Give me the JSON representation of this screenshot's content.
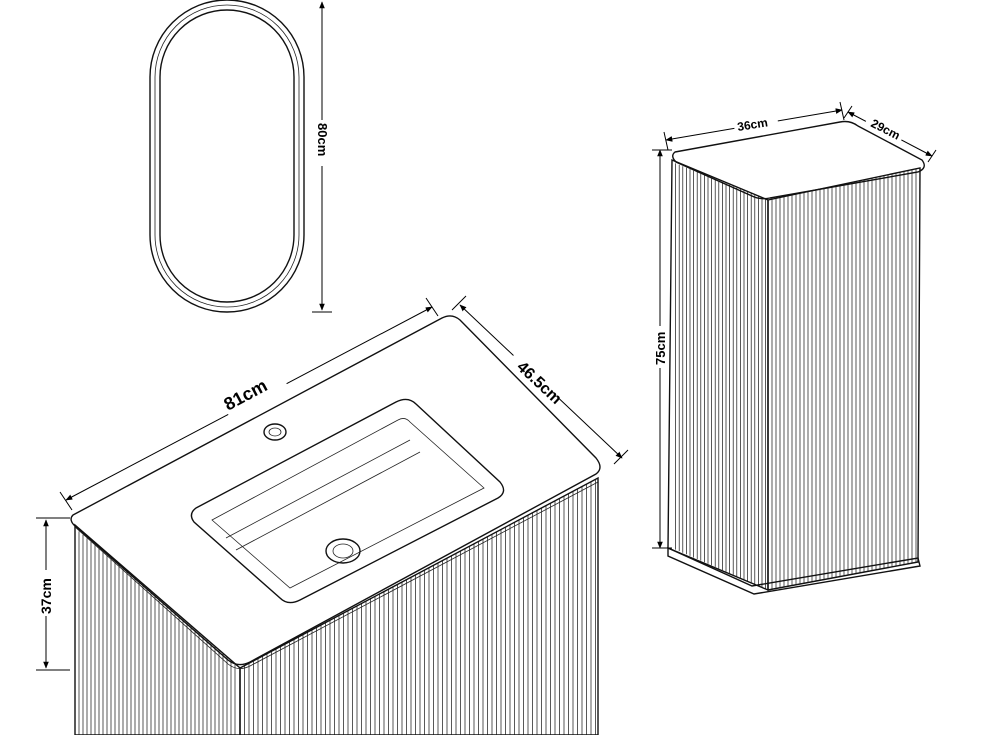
{
  "dimensions": {
    "mirror_height": "80cm",
    "vanity_width": "81cm",
    "vanity_depth": "46.5cm",
    "vanity_height": "37cm",
    "cabinet_width": "36cm",
    "cabinet_depth": "29cm",
    "cabinet_height": "75cm"
  },
  "colors": {
    "line": "#111111",
    "background": "#ffffff"
  }
}
